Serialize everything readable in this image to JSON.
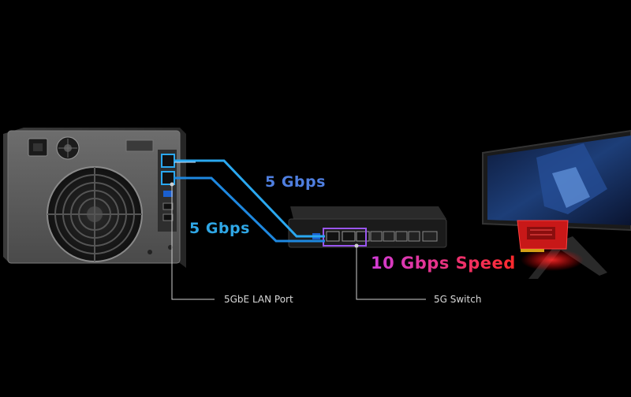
{
  "labels": {
    "speed_top": "5 Gbps",
    "speed_left": "5 Gbps",
    "speed_total": "10 Gbps Speed",
    "callout_lan": "5GbE LAN Port",
    "callout_switch": "5G Switch"
  },
  "colors": {
    "background": "#000000",
    "speed_top": "#4f7fe0",
    "speed_left": "#2fa7e6",
    "speed_total_start": "#d23cd8",
    "speed_total_end": "#ff2a2a",
    "cable_blue": "#2aa8f0",
    "cable_purple": "#8a4cf0",
    "cable_red": "#ff1f1f"
  },
  "icons": {
    "nas": "nas-enclosure-icon",
    "switch": "network-switch-icon",
    "monitor": "gaming-monitor-icon",
    "nic": "network-card-icon"
  }
}
